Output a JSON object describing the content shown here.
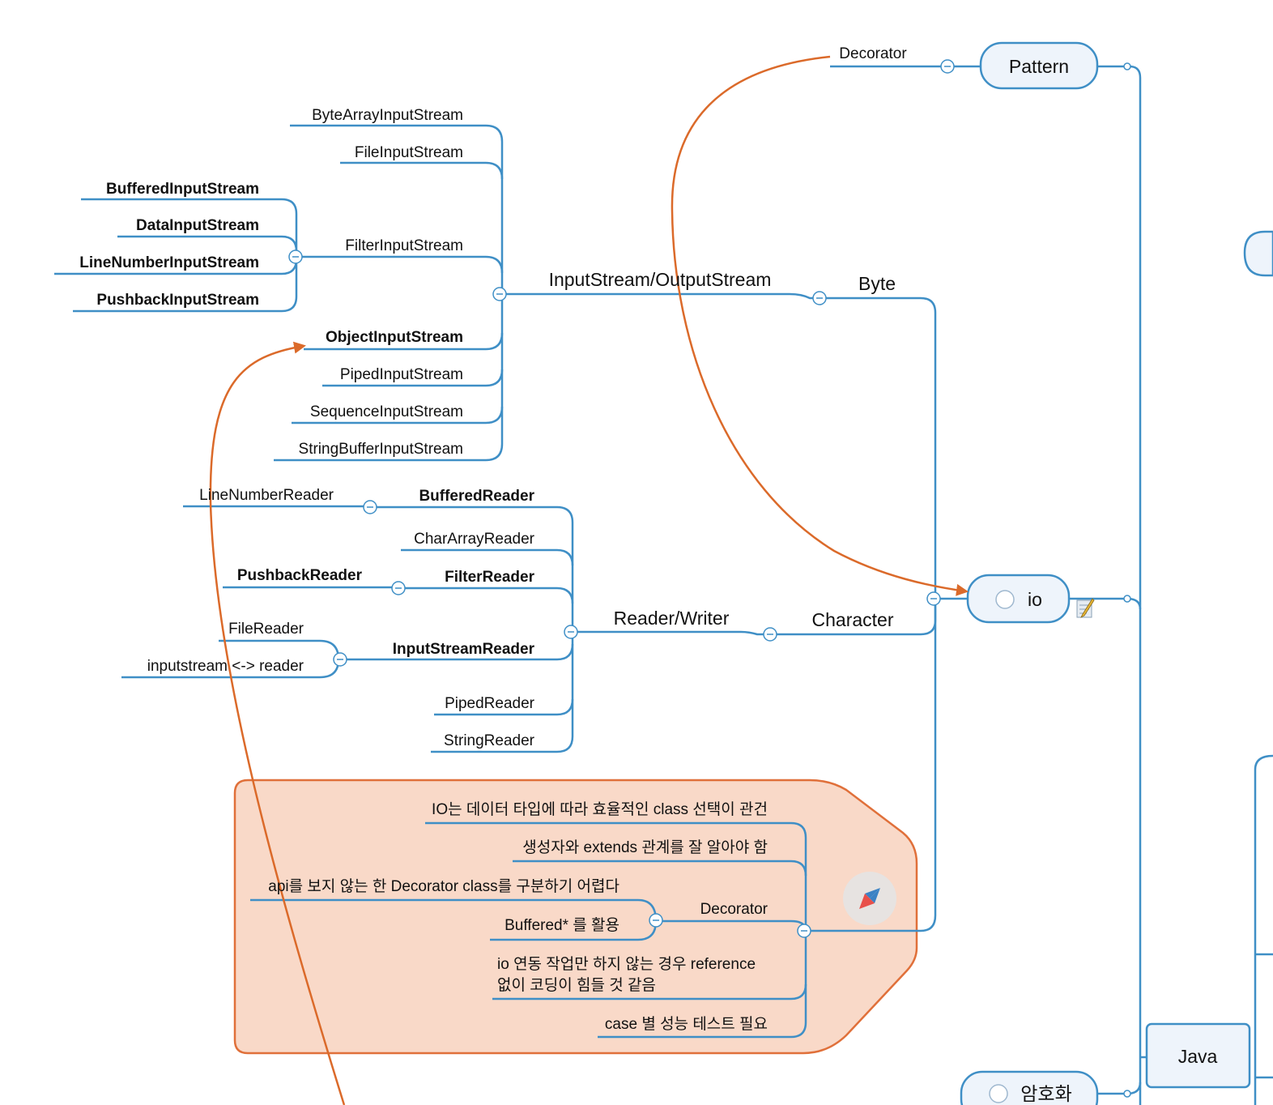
{
  "nodes": {
    "pattern": "Pattern",
    "io": "io",
    "java": "Java",
    "crypto": "암호화"
  },
  "pattern_branch": {
    "decorator": "Decorator"
  },
  "io_branch": {
    "byte": "Byte",
    "character": "Character"
  },
  "byte_branch": {
    "title": "InputStream/OutputStream",
    "children": [
      "ByteArrayInputStream",
      "FileInputStream",
      "FilterInputStream",
      "ObjectInputStream",
      "PipedInputStream",
      "SequenceInputStream",
      "StringBufferInputStream"
    ],
    "filter_children": [
      "BufferedInputStream",
      "DataInputStream",
      "LineNumberInputStream",
      "PushbackInputStream"
    ]
  },
  "char_branch": {
    "title": "Reader/Writer",
    "children": [
      "BufferedReader",
      "CharArrayReader",
      "FilterReader",
      "InputStreamReader",
      "PipedReader",
      "StringReader"
    ],
    "buffered_child": "LineNumberReader",
    "filter_child": "PushbackReader",
    "isr_children": [
      "FileReader",
      "inputstream <-> reader"
    ]
  },
  "summary": {
    "items": [
      "IO는 데이터 타입에 따라 효율적인 class 선택이 관건",
      "생성자와 extends 관계를 잘 알아야 함",
      "Decorator",
      "io 연동 작업만 하지 않는 경우 reference",
      "없이 코딩이 힘들 것 같음",
      "case 별 성능 테스트 필요"
    ],
    "decorator_children": [
      "api를 보지 않는 한 Decorator class를 구분하기 어렵다",
      "Buffered* 를 활용"
    ]
  },
  "colors": {
    "branch": "#3f8fc6",
    "relationship": "#db6a2a",
    "summary_fill": "#f9d9c8",
    "node_fill": "#eef4fb"
  },
  "icons": {
    "note": "note-icon",
    "compass": "compass-icon"
  }
}
